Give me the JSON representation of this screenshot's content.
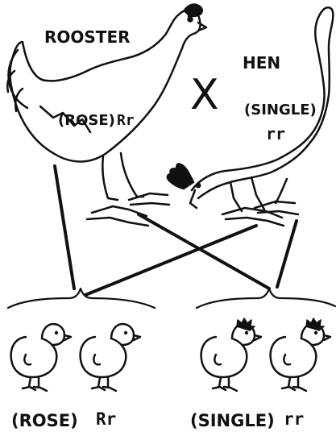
{
  "labels": {
    "rooster": "ROOSTER",
    "hen": "HEN",
    "cross": "X",
    "rooster_trait": "(ROSE)",
    "rooster_genotype": "Rr",
    "hen_trait": "(SINGLE)",
    "hen_genotype": "rr",
    "offspring_left_trait": "(ROSE)",
    "offspring_left_genotype": "Rr",
    "offspring_right_trait": "(SINGLE)",
    "offspring_right_genotype": "rr"
  },
  "icons": {
    "rooster": "rooster-icon",
    "hen": "hen-icon",
    "chick": "chick-icon",
    "comb": "comb-icon"
  },
  "colors": {
    "line": "#111111",
    "comb": "#111111",
    "background": "#ffffff"
  }
}
